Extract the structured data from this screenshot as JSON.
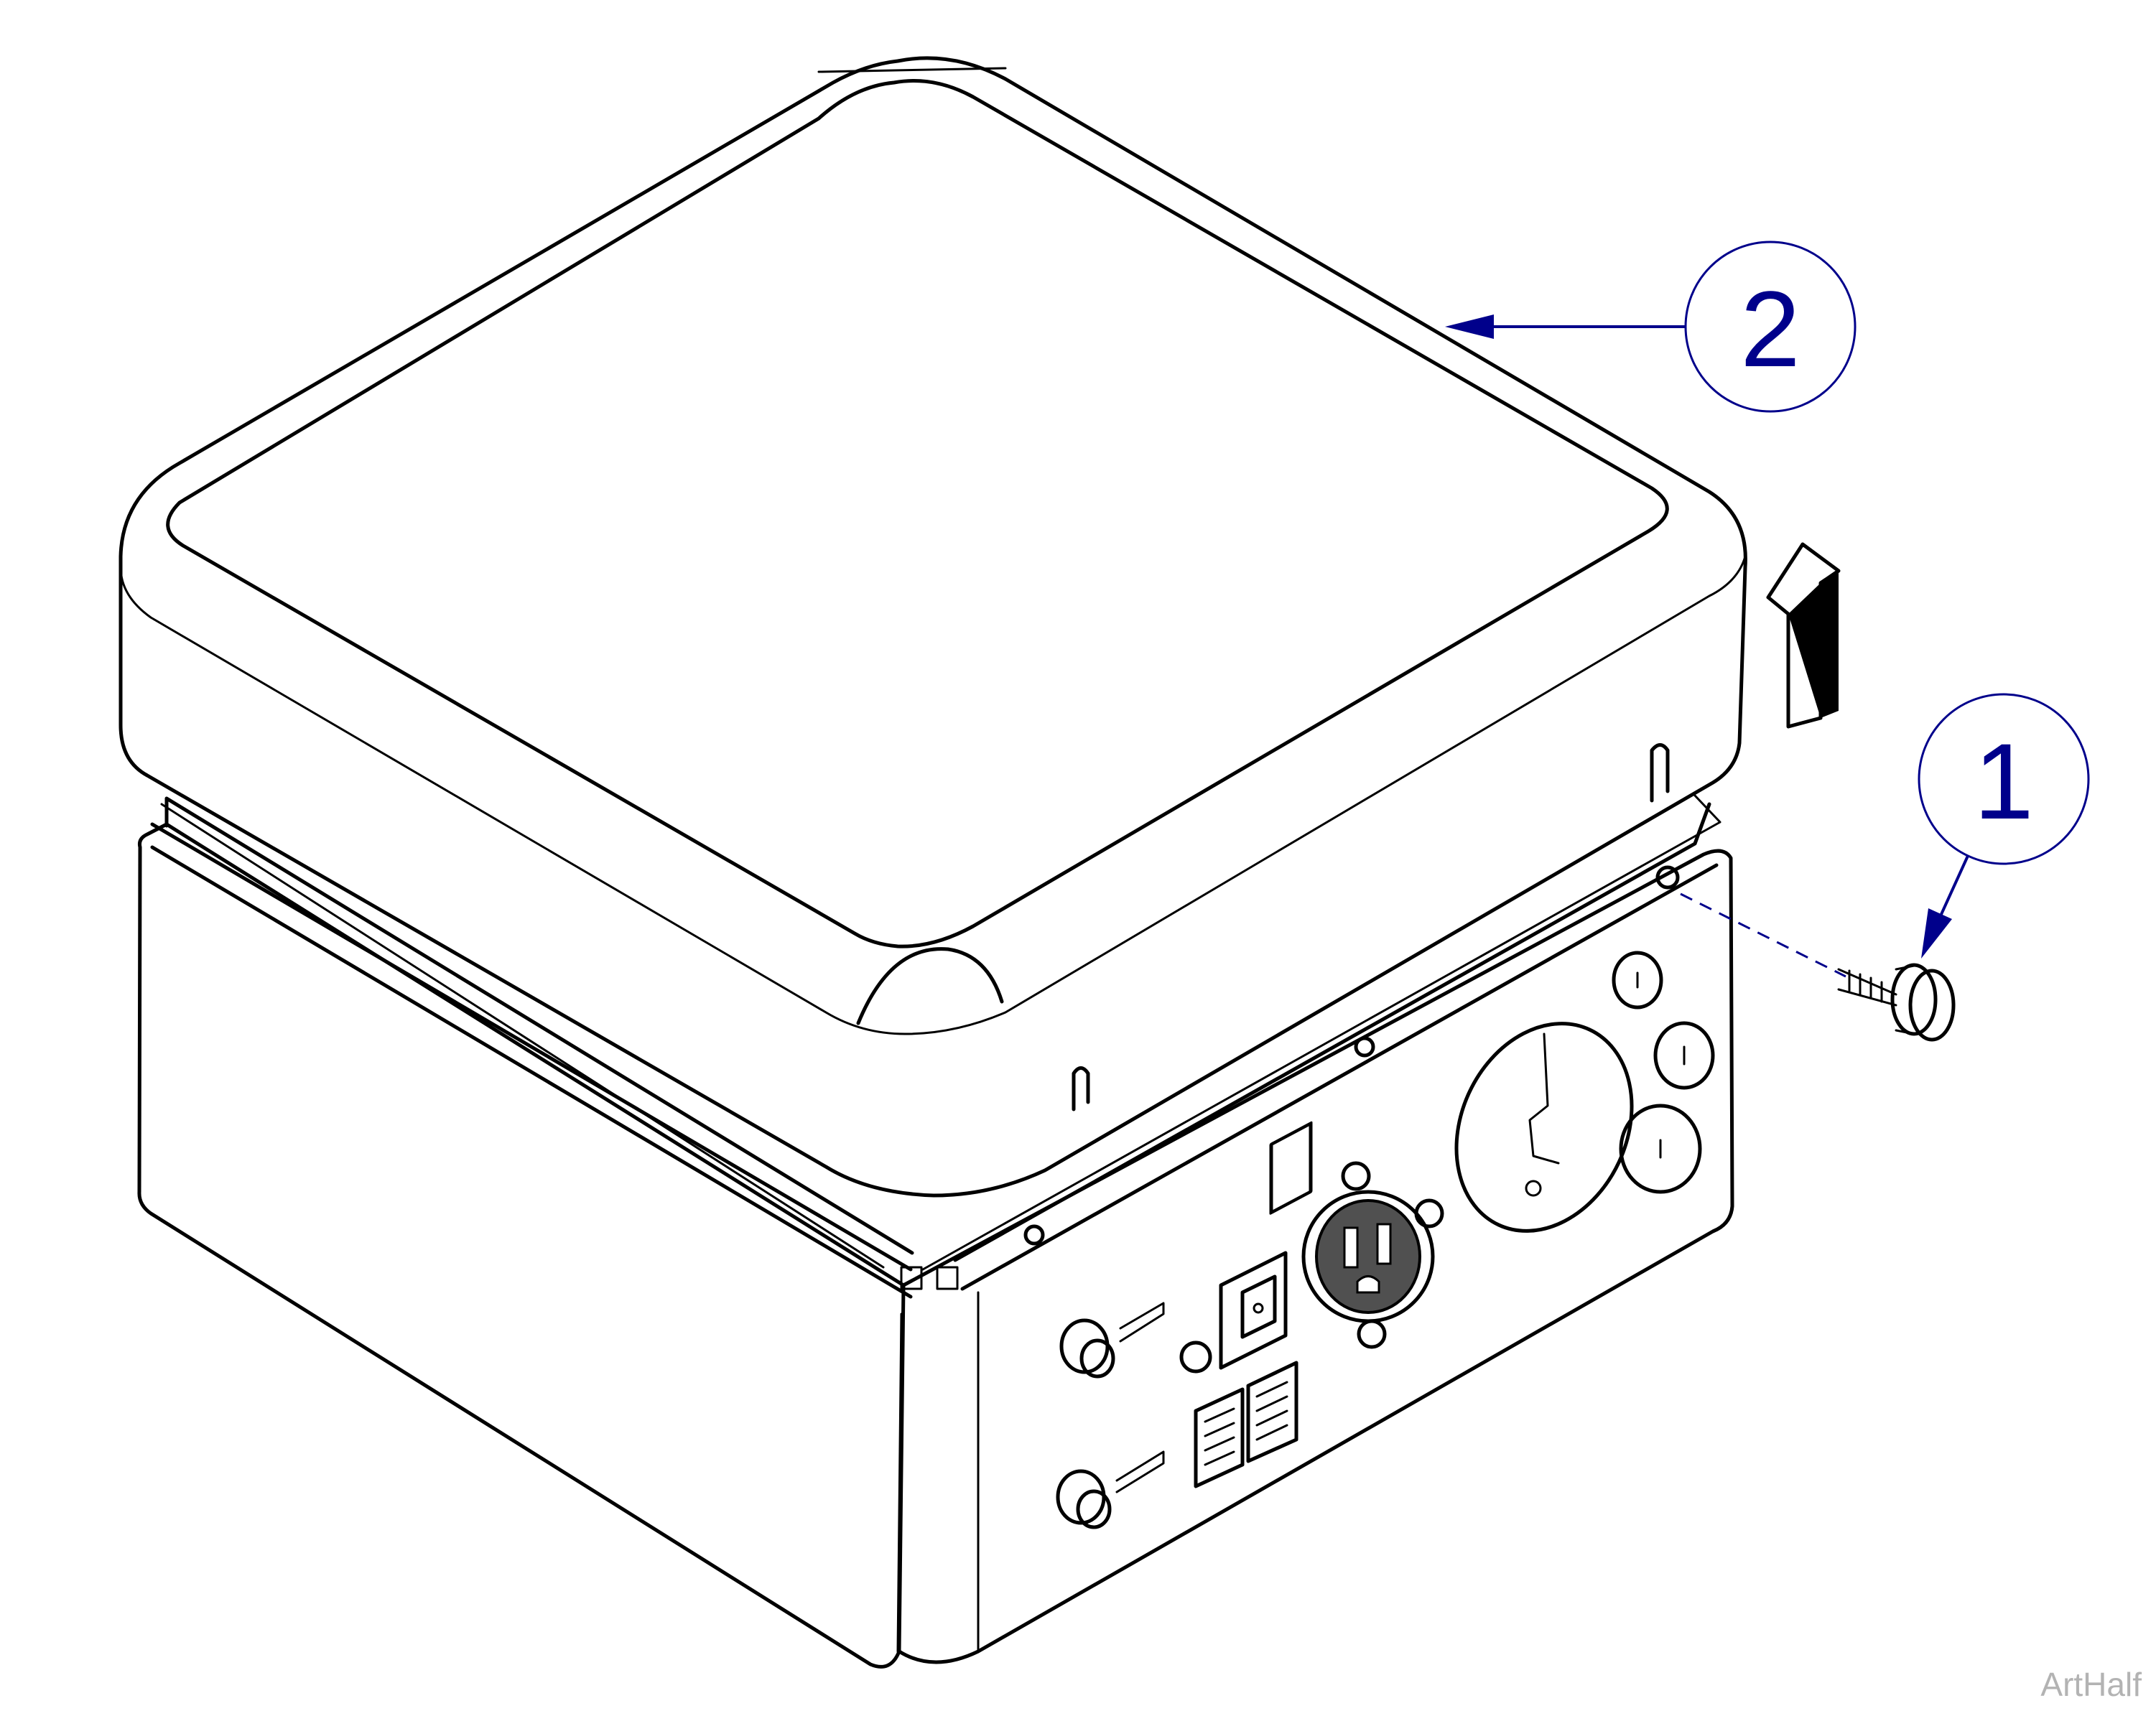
{
  "callouts": [
    {
      "label": "1",
      "part": "thumb-screw"
    },
    {
      "label": "2",
      "part": "cover"
    }
  ],
  "watermark": "ArtHalf",
  "colors": {
    "callout": "#00008b",
    "line": "#000000",
    "background": "#ffffff",
    "socket_face": "#505050",
    "watermark": "#b3b3b3"
  },
  "icons": {
    "lift_arrow": "up-arrow-icon"
  }
}
